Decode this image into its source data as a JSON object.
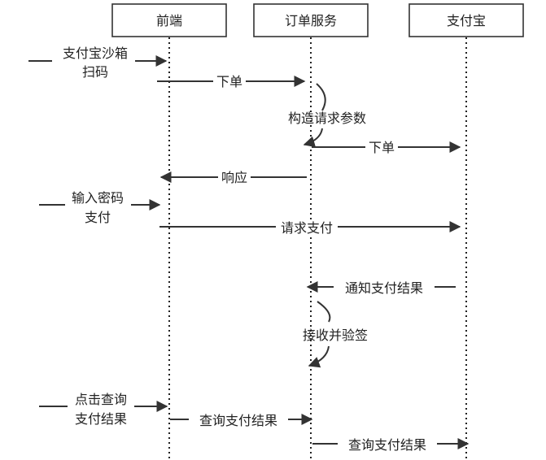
{
  "participants": [
    {
      "key": "frontend",
      "label": "前端"
    },
    {
      "key": "order",
      "label": "订单服务"
    },
    {
      "key": "alipay",
      "label": "支付宝"
    }
  ],
  "external_inputs": [
    {
      "lines": [
        "支付宝沙箱",
        "扫码"
      ]
    },
    {
      "lines": [
        "输入密码",
        "支付"
      ]
    },
    {
      "lines": [
        "点击查询",
        "支付结果"
      ]
    }
  ],
  "messages": [
    {
      "from": "frontend",
      "to": "order",
      "label": "下单"
    },
    {
      "from": "order",
      "to": "alipay",
      "label": "下单"
    },
    {
      "from": "order",
      "to": "frontend",
      "label": "响应"
    },
    {
      "from": "frontend",
      "to": "alipay",
      "label": "请求支付"
    },
    {
      "from": "alipay",
      "to": "order",
      "label": "通知支付结果"
    },
    {
      "from": "frontend",
      "to": "order",
      "label": "查询支付结果"
    },
    {
      "from": "order",
      "to": "alipay",
      "label": "查询支付结果"
    }
  ],
  "self_actions": [
    {
      "on": "order",
      "label": "构造请求参数"
    },
    {
      "on": "order",
      "label": "接收并验签"
    }
  ],
  "colors": {
    "line": "#333333",
    "text": "#222222",
    "box_border": "#333333"
  }
}
